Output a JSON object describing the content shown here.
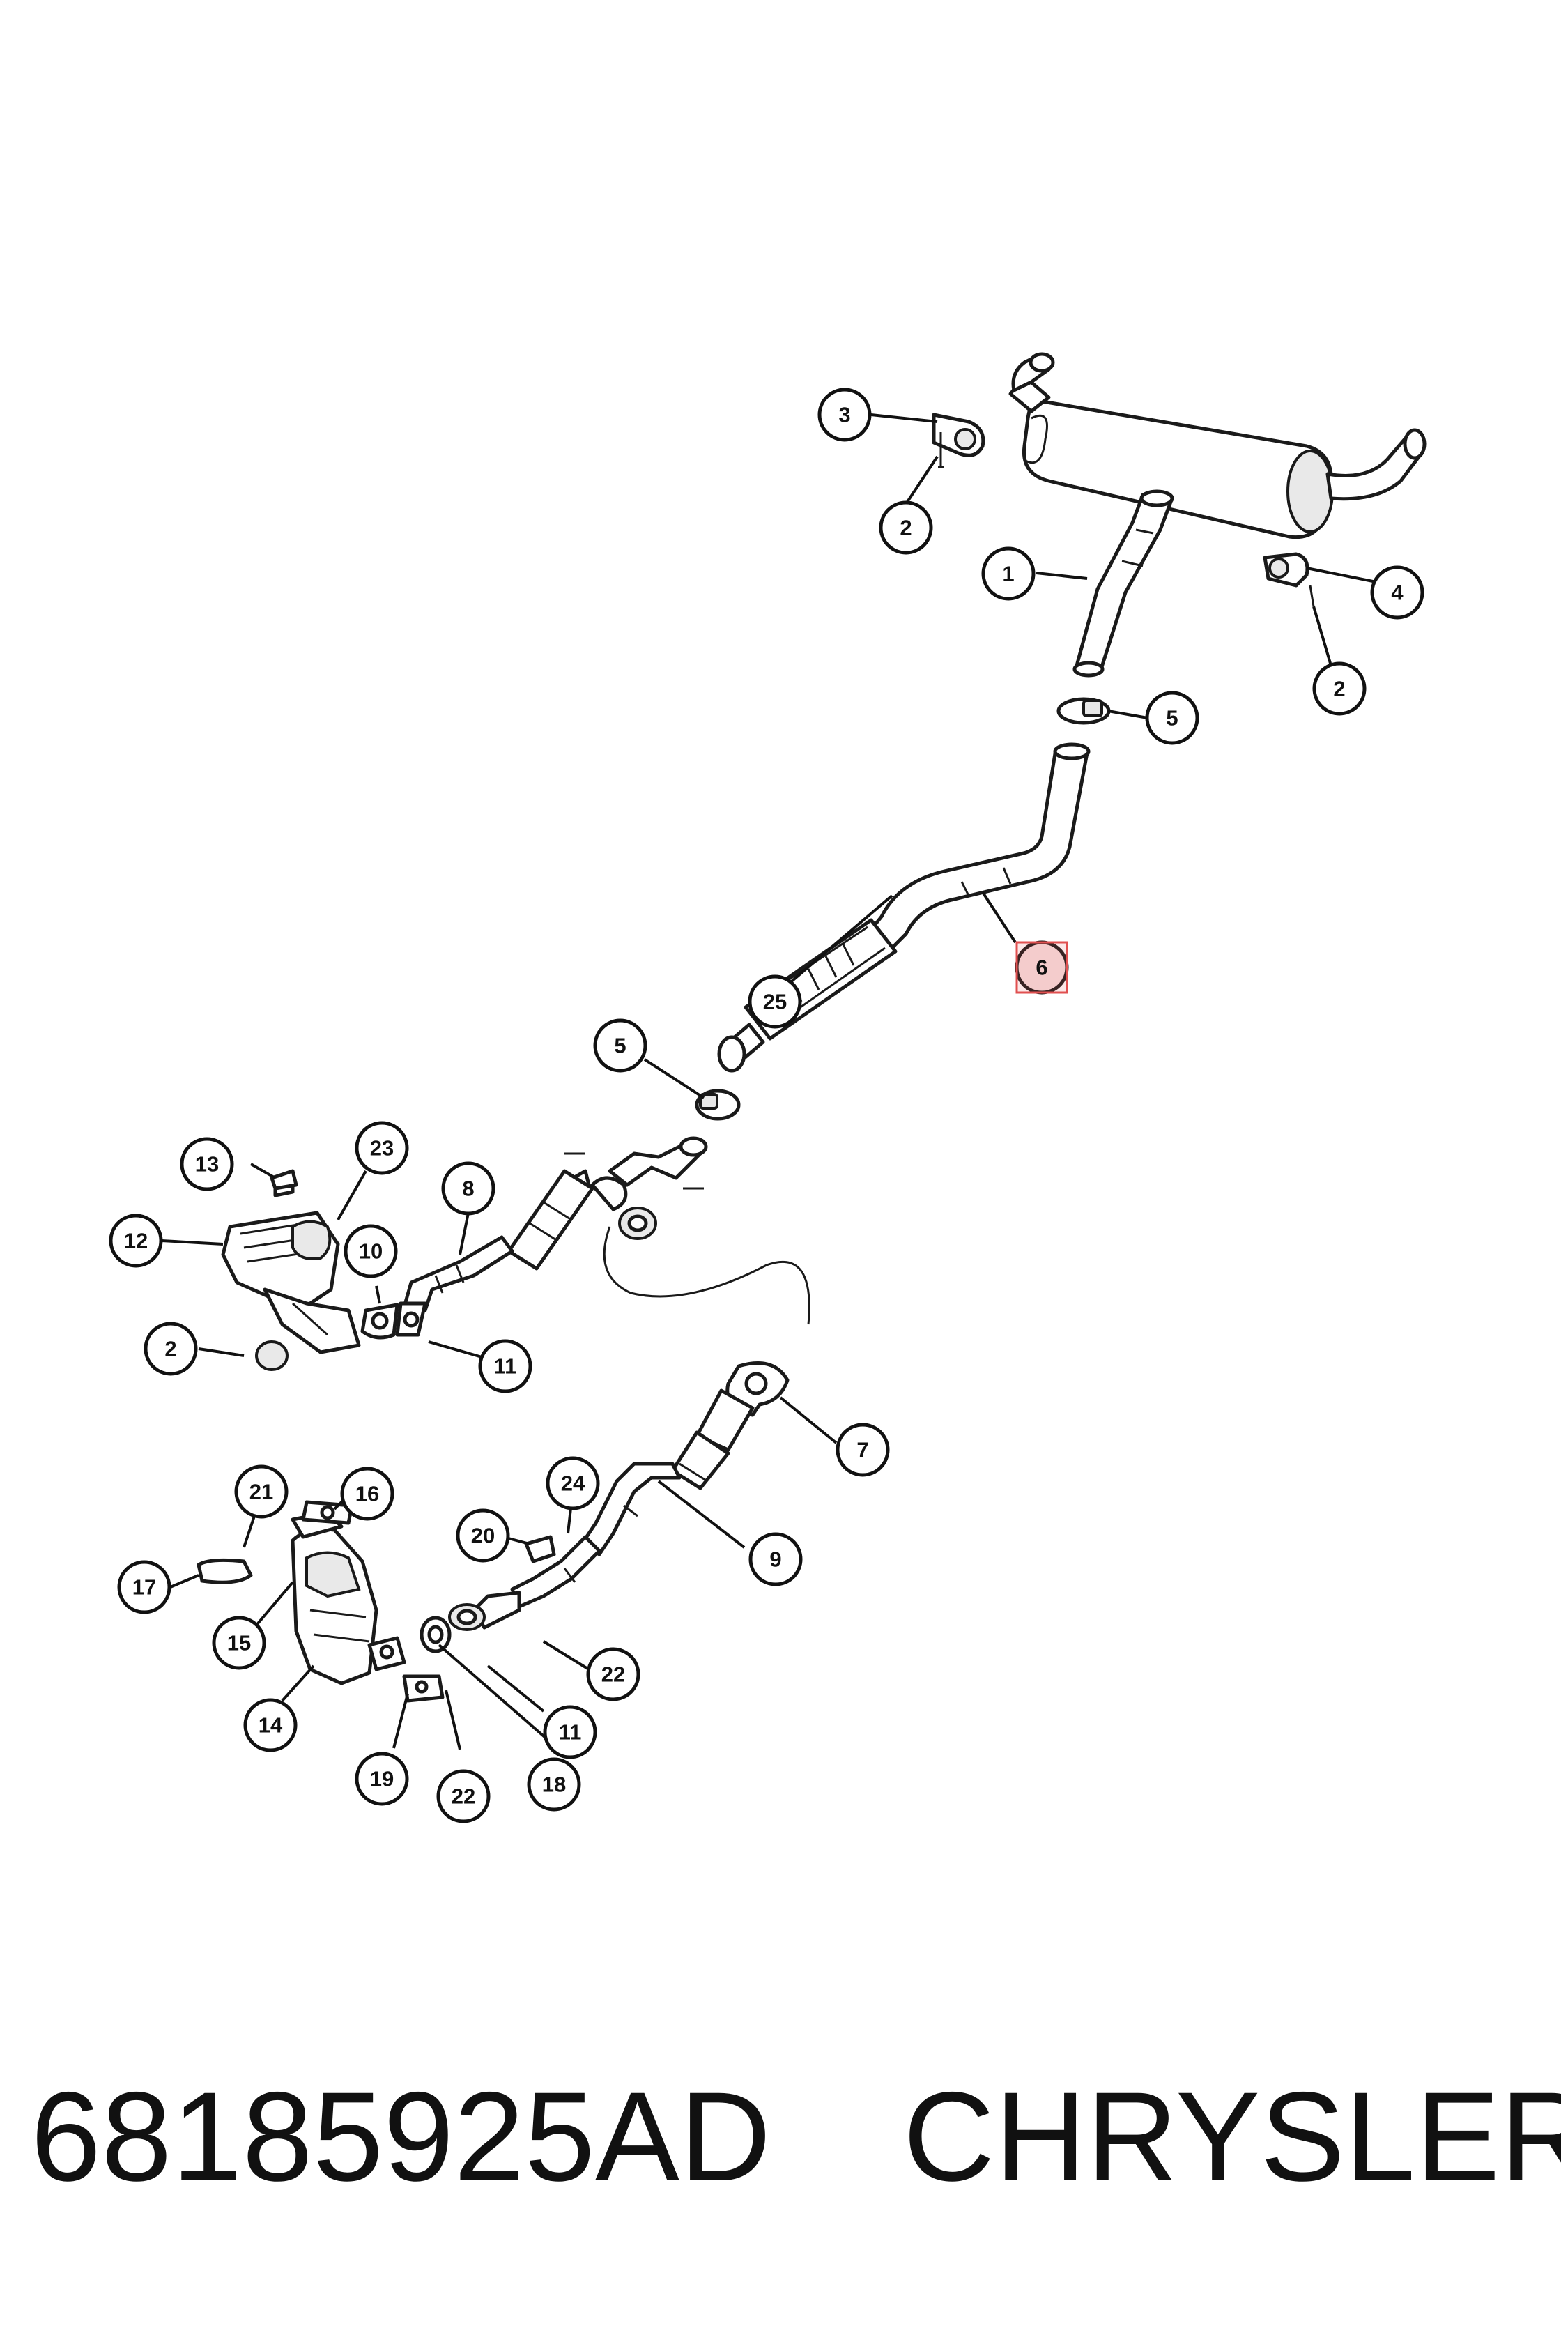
{
  "footer": {
    "part_number": "68185925AD",
    "brand": "CHRYSLER"
  },
  "highlighted_callout": "6",
  "highlight_color": "#e05050",
  "callouts": {
    "c1": "1",
    "c2a": "2",
    "c2b": "2",
    "c2c": "2",
    "c3": "3",
    "c4": "4",
    "c5a": "5",
    "c5b": "5",
    "c6": "6",
    "c7": "7",
    "c8": "8",
    "c9": "9",
    "c10": "10",
    "c11a": "11",
    "c11b": "11",
    "c12": "12",
    "c13": "13",
    "c14": "14",
    "c15": "15",
    "c16": "16",
    "c17": "17",
    "c18": "18",
    "c19": "19",
    "c20": "20",
    "c21": "21",
    "c22a": "22",
    "c22b": "22",
    "c23": "23",
    "c24": "24",
    "c25": "25"
  }
}
